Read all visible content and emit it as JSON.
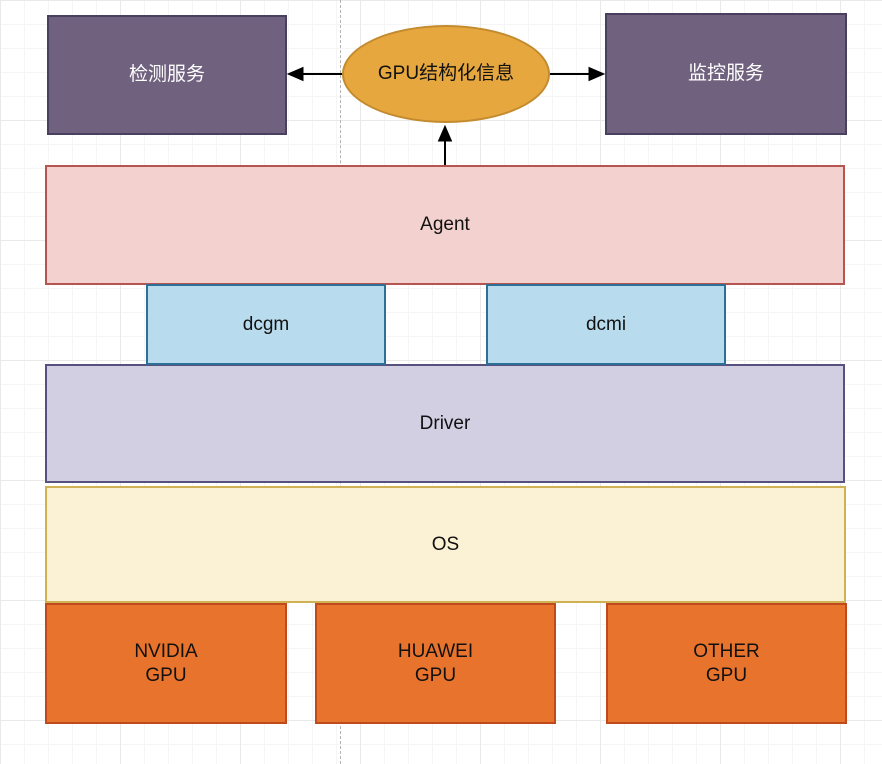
{
  "diagram": {
    "title": "GPU monitoring architecture",
    "nodes": {
      "detect": {
        "label": "检测服务",
        "shape": "rect",
        "fill": "#70627f",
        "border": "#49405f",
        "text_color": "#ffffff"
      },
      "info": {
        "label": "GPU结构化信息",
        "shape": "ellipse",
        "fill": "#e6a73e",
        "border": "#c38a2e",
        "text_color": "#111111"
      },
      "monitor": {
        "label": "监控服务",
        "shape": "rect",
        "fill": "#70627f",
        "border": "#49405f",
        "text_color": "#ffffff"
      },
      "agent": {
        "label": "Agent",
        "shape": "rect",
        "fill": "#f2d1ce",
        "border": "#b45552",
        "text_color": "#111111"
      },
      "dcgm": {
        "label": "dcgm",
        "shape": "rect",
        "fill": "#b8dbed",
        "border": "#2e6f98",
        "text_color": "#111111"
      },
      "dcmi": {
        "label": "dcmi",
        "shape": "rect",
        "fill": "#b8dbed",
        "border": "#2e6f98",
        "text_color": "#111111"
      },
      "driver": {
        "label": "Driver",
        "shape": "rect",
        "fill": "#d3cfe2",
        "border": "#56517e",
        "text_color": "#111111"
      },
      "os": {
        "label": "OS",
        "shape": "rect",
        "fill": "#fbf1d4",
        "border": "#d0b255",
        "text_color": "#111111"
      },
      "nvidia": {
        "label": "NVIDIA\nGPU",
        "shape": "rect",
        "fill": "#e8732d",
        "border": "#bf4b1d",
        "text_color": "#111111"
      },
      "huawei": {
        "label": "HUAWEI\nGPU",
        "shape": "rect",
        "fill": "#e8732d",
        "border": "#bf4b1d",
        "text_color": "#111111"
      },
      "other": {
        "label": "OTHER\nGPU",
        "shape": "rect",
        "fill": "#e8732d",
        "border": "#bf4b1d",
        "text_color": "#111111"
      }
    },
    "edges": [
      {
        "from": "info",
        "to": "detect",
        "direction": "left",
        "color": "#000000"
      },
      {
        "from": "info",
        "to": "monitor",
        "direction": "right",
        "color": "#000000"
      },
      {
        "from": "agent",
        "to": "info",
        "direction": "up",
        "color": "#000000"
      }
    ],
    "decorations": {
      "dashed_centerline_color": "#b3b3b3",
      "grid_minor_color": "#f5f5f5",
      "grid_major_color": "#e9e9e9"
    }
  }
}
